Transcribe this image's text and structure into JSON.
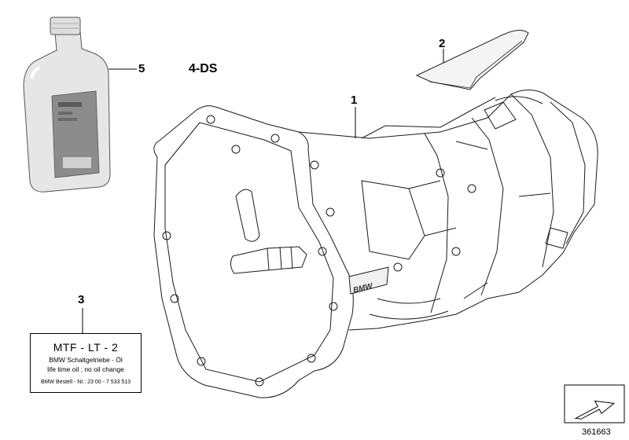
{
  "callouts": {
    "part1": "1",
    "part2": "2",
    "part3": "3",
    "part5": "5"
  },
  "variant": "4-DS",
  "brand_emblem": "BMW",
  "oil_label": {
    "title": "MTF - LT - 2",
    "subtitle": "BMW Schaltgetriebe - Öl",
    "note": "life time oil ; no oil change",
    "order_number": "BMW Bestell - Nr.: 23 00 - 7 533 513"
  },
  "diagram_number": "361663",
  "colors": {
    "line": "#000000",
    "background": "#ffffff",
    "bottle_body": "#e6e6e6",
    "bottle_label": "#8c8c8c"
  }
}
